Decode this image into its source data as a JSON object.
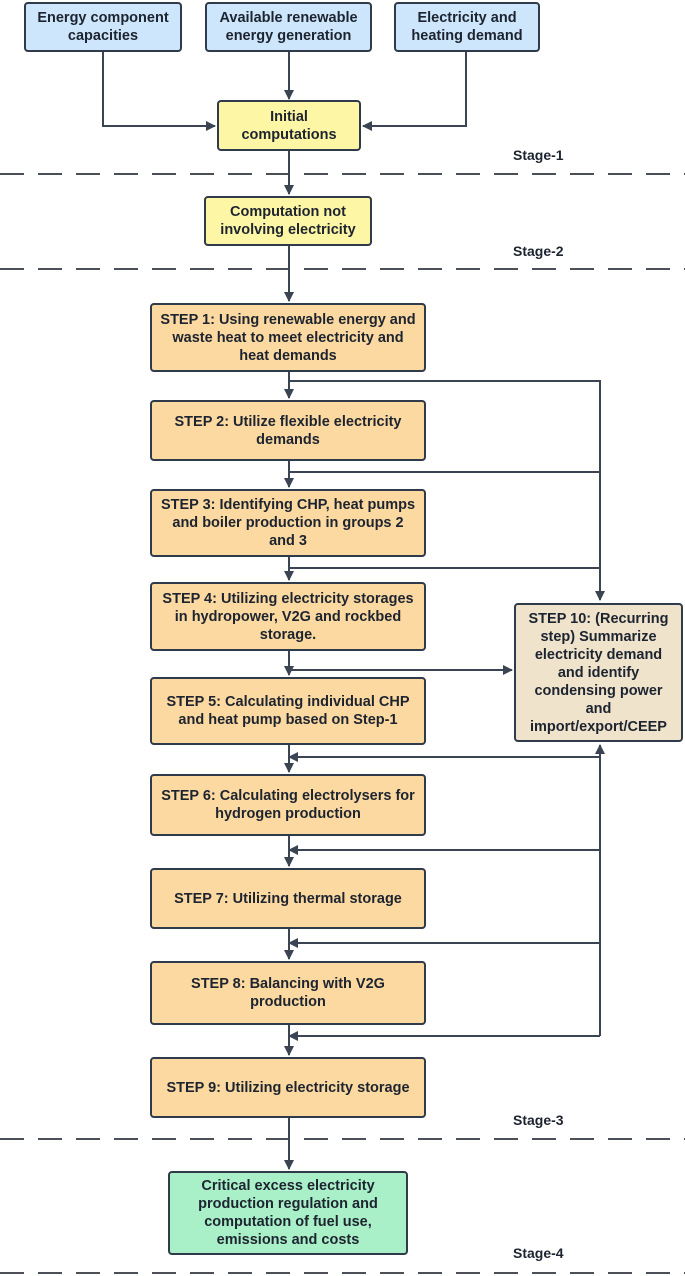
{
  "inputs": {
    "capacities": "Energy component capacities",
    "renewable": "Available renewable energy generation",
    "demand": "Electricity and heating demand"
  },
  "initial": "Initial computations",
  "non_electric": "Computation not involving electricity",
  "steps": {
    "s1": "STEP 1: Using renewable energy and waste heat to meet electricity and heat demands",
    "s2": "STEP 2: Utilize flexible electricity demands",
    "s3": "STEP 3: Identifying CHP, heat pumps and boiler production in groups 2 and 3",
    "s4": "STEP 4: Utilizing electricity storages in hydropower, V2G and rockbed storage.",
    "s5": "STEP 5: Calculating individual CHP and heat pump based on Step-1",
    "s6": "STEP 6: Calculating electrolysers for hydrogen production",
    "s7": "STEP 7: Utilizing thermal storage",
    "s8": "STEP 8: Balancing with V2G production",
    "s9": "STEP 9: Utilizing electricity storage",
    "s10": "STEP 10: (Recurring step) Summarize electricity demand and identify condensing power and import/export/CEEP"
  },
  "final": "Critical excess electricity production regulation and computation of fuel use, emissions and costs",
  "stages": {
    "stage1": "Stage-1",
    "stage2": "Stage-2",
    "stage3": "Stage-3",
    "stage4": "Stage-4"
  },
  "colors": {
    "input": "#cde6fb",
    "compute": "#fdf6a4",
    "step": "#fcd9a0",
    "recurring": "#efe3cc",
    "final": "#a9f0c8",
    "line": "#3a4452"
  }
}
